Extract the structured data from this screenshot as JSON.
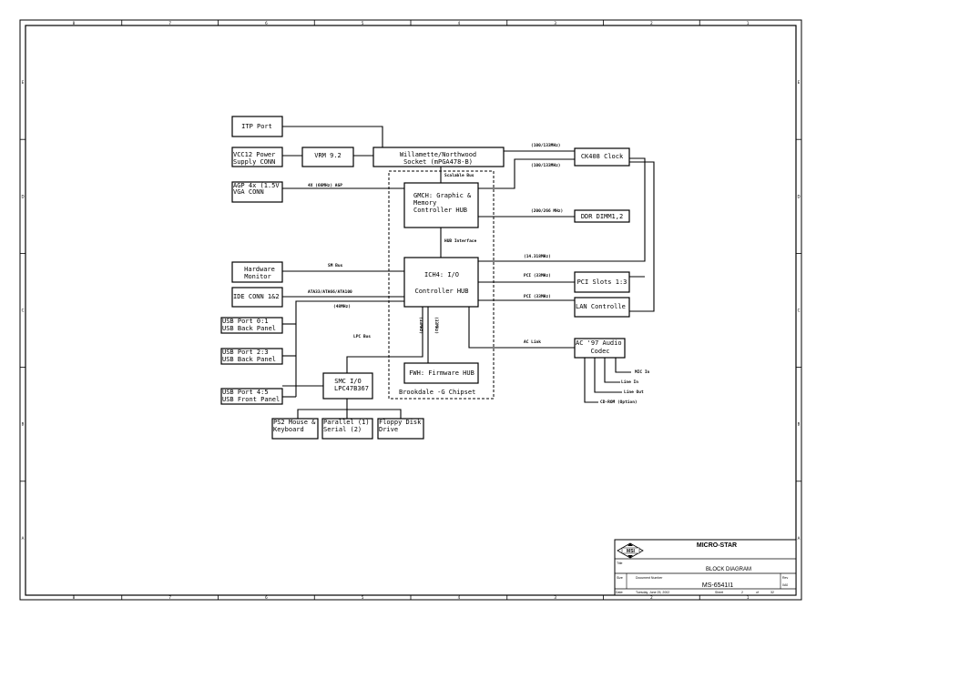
{
  "blocks": {
    "itp_port": [
      "ITP Port"
    ],
    "vcc12": [
      "VCC12 Power",
      "Supply CONN"
    ],
    "vrm": [
      "VRM 9.2"
    ],
    "cpu_socket": [
      "Willamette/Northwood",
      "Socket (mPGA478-B)"
    ],
    "ck408": [
      "CK408 Clock"
    ],
    "agp": [
      "AGP 4x (1.5V",
      "VGA CONN"
    ],
    "gmch": [
      "GMCH: Graphic &",
      "Memory",
      "Controller HUB"
    ],
    "ddr": [
      "DDR DIMM1,2"
    ],
    "hw_monitor": [
      "Hardware",
      "Monitor"
    ],
    "ich4": [
      "ICH4: I/O",
      "Controller HUB"
    ],
    "pci_slots": [
      "PCI Slots 1:3"
    ],
    "ide": [
      "IDE CONN 1&2"
    ],
    "lan": [
      "LAN Controlle"
    ],
    "usb01": [
      "USB Port 0:1",
      "USB Back Panel"
    ],
    "usb23": [
      "USB Port 2:3",
      "USB Back Panel"
    ],
    "usb45": [
      "USB Port 4:5",
      "USB Front Panel"
    ],
    "ac97": [
      "AC '97 Audio",
      "Codec"
    ],
    "smc": [
      "SMC I/O",
      "LPC47B367"
    ],
    "fwh": [
      "FWH: Firmware HUB"
    ],
    "ps2": [
      "PS2 Mouse &",
      "Keyboard"
    ],
    "parallel": [
      "Parallel (1)",
      "Serial (2)"
    ],
    "floppy": [
      "Floppy Disk",
      "Drive"
    ]
  },
  "labels": {
    "cpu_clk1": "(100/133MHz)",
    "cpu_clk2": "(100/133MHz)",
    "scalable_bus": "Scalable Bus",
    "agp_bus": "4X (66MHz) AGP",
    "ddr_bus": "(200/266 MHz)",
    "hub_interface": "HUB Interface",
    "clk14": "(14.318MHz)",
    "smbus": "SM Bus",
    "pci1": "PCI (33MHz)",
    "pci2": "PCI (33MHz)",
    "ata": "ATA33/ATA66/ATA100",
    "usb48": "(48MHz)",
    "lpc_bus": "LPC Bus",
    "clk33": "(33MHz)",
    "clk33b": "(33MHz)",
    "ac_link": "AC Link",
    "chipset": "Brookdale -G Chipset",
    "mic": "MIC In",
    "line_in": "Line In",
    "line_out": "Line Out",
    "cdrom": "CD-ROM (Option)"
  },
  "border_cols": [
    "8",
    "7",
    "6",
    "5",
    "4",
    "3",
    "2",
    "1"
  ],
  "border_rows": [
    "E",
    "D",
    "C",
    "B",
    "A"
  ],
  "title_block": {
    "company": "MICRO-STAR",
    "logo": "MSI",
    "title_caption": "Title",
    "title": "BLOCK DIAGRAM",
    "size_caption": "Size",
    "docnum_caption": "Document Number",
    "docnum": "MS-6541I1",
    "rev_caption": "Rev",
    "rev": "0A0",
    "date_caption": "Date:",
    "date": "Tuesday, June 25, 2002",
    "sheet_caption": "Sheet",
    "sheet": "2",
    "of": "of",
    "total": "32"
  }
}
